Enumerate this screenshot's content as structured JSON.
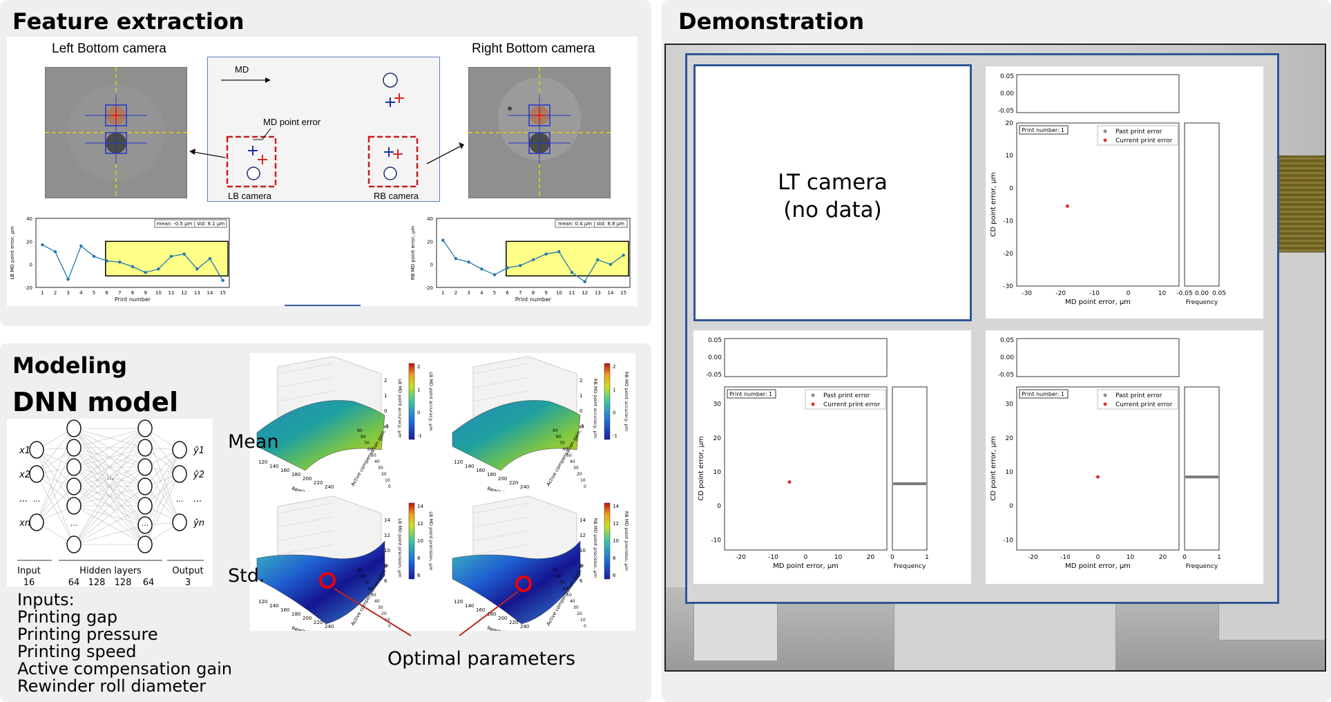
{
  "feature": {
    "title": "Feature extraction",
    "left_cam": "Left Bottom camera",
    "right_cam": "Right Bottom camera",
    "md": "MD",
    "md_point_error": "MD point error",
    "lb_camera": "LB camera",
    "rb_camera": "RB camera"
  },
  "modeling": {
    "title": "Modeling",
    "subtitle": "DNN model",
    "nn": {
      "inputs": [
        "x1",
        "x2",
        "...",
        "xn"
      ],
      "outputs": [
        "ŷ1",
        "ŷ2",
        "...",
        "ŷn"
      ],
      "input_label": "Input",
      "input_count": "16",
      "hidden_label": "Hidden layers",
      "hidden_counts": [
        "64",
        "128",
        "128",
        "64"
      ],
      "output_label": "Output",
      "output_count": "3"
    },
    "inputs_title": "Inputs:",
    "inputs_list": [
      "Printing gap",
      "Printing pressure",
      "Printing speed",
      "Active compensation gain",
      "Rewinder roll diameter"
    ],
    "mean": "Mean",
    "std": "Std.",
    "optimal": "Optimal parameters",
    "surface_x_label": "Rewinder roll diameter, mm",
    "surface_y_label": "Active compensation gain, %",
    "surface_x_ticks": [
      "120",
      "140",
      "160",
      "180",
      "200",
      "220",
      "240"
    ],
    "surface_y_ticks": [
      "0",
      "10",
      "20",
      "30",
      "40",
      "50",
      "60",
      "70",
      "80",
      "90"
    ],
    "mean_z_ticks": [
      "2",
      "1",
      "0",
      "-1"
    ],
    "std_z_ticks": [
      "14",
      "12",
      "10",
      "8",
      "6"
    ],
    "mean_cb_ticks": [
      "2",
      "1",
      "0",
      "-1"
    ],
    "std_cb_ticks": [
      "14",
      "12",
      "10",
      "8",
      "6"
    ],
    "lb_mean_z": "LB MD point accuracy, μm",
    "rb_mean_z": "RB MD point accuracy, μm",
    "lb_std_z": "LB MD point precision, μm",
    "rb_std_z": "RB MD point precision, μm"
  },
  "demo": {
    "title": "Demonstration",
    "lt_camera": "LT camera",
    "no_data": "(no data)",
    "legend_past": "Past print error",
    "legend_current": "Current print error",
    "print_number_label": "Print number:",
    "print_number": "1",
    "x_label": "MD point error, μm",
    "y_label": "CD point error, μm",
    "freq_label": "Frequency",
    "top_ticks": [
      "0.05",
      "0.00",
      "-0.05"
    ],
    "freq_ticks_a": [
      "-0.05",
      "0.00",
      "0.05"
    ],
    "freq_ticks_b": [
      "0",
      "1"
    ]
  },
  "chart_data": [
    {
      "type": "line",
      "ylabel": "LB MD point error, μm",
      "xlabel": "Print number",
      "x": [
        1,
        2,
        3,
        4,
        5,
        6,
        7,
        8,
        9,
        10,
        11,
        12,
        13,
        14,
        15
      ],
      "values": [
        17,
        11,
        -13,
        16,
        7,
        3,
        2,
        -2,
        -7,
        -4,
        7,
        9,
        -4,
        5,
        -14
      ],
      "ylim": [
        -20,
        40
      ],
      "yticks": [
        40,
        20,
        0,
        -20
      ],
      "annotation": "mean: -0.5 μm | std: 8.1 μm"
    },
    {
      "type": "line",
      "ylabel": "RB MD point error, μm",
      "xlabel": "Print number",
      "x": [
        1,
        2,
        3,
        4,
        5,
        6,
        7,
        8,
        9,
        10,
        11,
        12,
        13,
        14,
        15
      ],
      "values": [
        21,
        5,
        2,
        -4,
        -9,
        -3,
        -1,
        4,
        9,
        11,
        -7,
        -15,
        4,
        0,
        8
      ],
      "ylim": [
        -20,
        40
      ],
      "yticks": [
        40,
        20,
        0,
        -20
      ],
      "annotation": "mean: 0.4 μm | std: 8.8 μm"
    },
    {
      "type": "scatter",
      "panel": "top-right",
      "xlabel": "MD point error, μm",
      "ylabel": "CD point error, μm",
      "xticks": [
        -30,
        -20,
        -10,
        0,
        10
      ],
      "yticks": [
        20,
        10,
        0,
        -10,
        -20,
        -30
      ],
      "xlim": [
        -33,
        15
      ],
      "ylim": [
        -30,
        20
      ],
      "current": {
        "x": -18,
        "y": -5.5
      }
    },
    {
      "type": "scatter",
      "panel": "bottom-left",
      "xlabel": "MD point error, μm",
      "ylabel": "CD point error, μm",
      "xticks": [
        -20,
        -10,
        0,
        10,
        20
      ],
      "yticks": [
        30,
        20,
        10,
        0,
        -10
      ],
      "xlim": [
        -25,
        25
      ],
      "ylim": [
        -13,
        35
      ],
      "current": {
        "x": -5,
        "y": 7
      },
      "freq_bar_y": 6.5
    },
    {
      "type": "scatter",
      "panel": "bottom-right",
      "xlabel": "MD point error, μm",
      "ylabel": "CD point error, μm",
      "xticks": [
        -20,
        -10,
        0,
        10,
        20
      ],
      "yticks": [
        30,
        20,
        10,
        0,
        -10
      ],
      "xlim": [
        -25,
        25
      ],
      "ylim": [
        -13,
        35
      ],
      "current": {
        "x": 0,
        "y": 8.5
      },
      "freq_bar_y": 8.5
    }
  ]
}
